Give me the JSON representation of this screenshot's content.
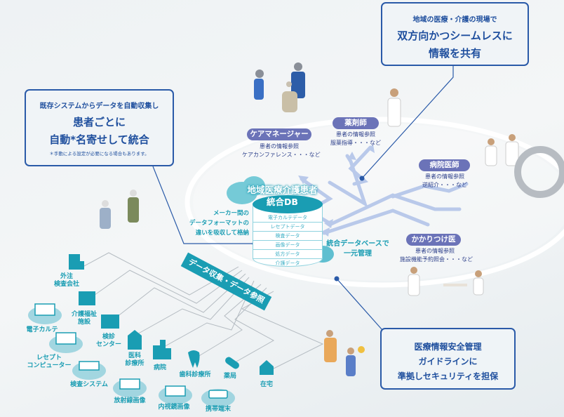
{
  "callouts": {
    "top_right": {
      "lead": "地域の医療・介護の現場で",
      "line1": "双方向かつシームレスに",
      "line2": "情報を共有"
    },
    "left": {
      "lead": "既存システムからデータを自動収集し",
      "line1": "患者ごとに",
      "line2": "自動*名寄せして統合",
      "note": "＊手動による設定が必要になる場合もあります。"
    },
    "bottom_right": {
      "line1": "医療情報安全管理",
      "line2": "ガイドラインに",
      "line3": "準拠しセキュリティを担保"
    }
  },
  "roles": [
    {
      "title": "ケアマネージャー",
      "desc1": "患者の情報参照",
      "desc2": "ケアカンファレンス・・・など"
    },
    {
      "title": "薬剤師",
      "desc1": "患者の情報参照",
      "desc2": "服薬指導・・・など"
    },
    {
      "title": "病院医師",
      "desc1": "患者の情報参照",
      "desc2": "逆紹介・・・など"
    },
    {
      "title": "かかりつけ医",
      "desc1": "患者の情報参照",
      "desc2": "施設機能予約照会・・・など"
    }
  ],
  "database": {
    "title1": "地域医療介護患者",
    "title2": "統合DB",
    "rows": [
      "電子カルテデータ",
      "レセプトデータ",
      "検査データ",
      "画像データ",
      "処方データ",
      "介護データ"
    ]
  },
  "notes": {
    "format1": "メーカー間の",
    "format2": "データフォーマットの",
    "format3": "違いを吸収して格納",
    "central1": "統合データベースで",
    "central2": "一元管理"
  },
  "banner": "データ収集・データ参照",
  "facilities": {
    "external_lab": "外注\n検査会社",
    "care_facility": "介護福祉\n施設",
    "ehr": "電子カルテ",
    "checkup_center": "検診\nセンター",
    "receipt_computer": "レセプト\nコンピューター",
    "clinic": "医科\n診療所",
    "hospital": "病院",
    "lab_system": "検査システム",
    "dental": "歯科診療所",
    "pharmacy": "薬局",
    "home": "在宅",
    "radiology": "放射線画像",
    "endoscopy": "内視鏡画像",
    "mobile": "携帯端末"
  },
  "colors": {
    "navy": "#2a5aa8",
    "teal": "#1a9db3",
    "role_pill": "#6b73b8",
    "arrow": "#b9c9ea"
  }
}
